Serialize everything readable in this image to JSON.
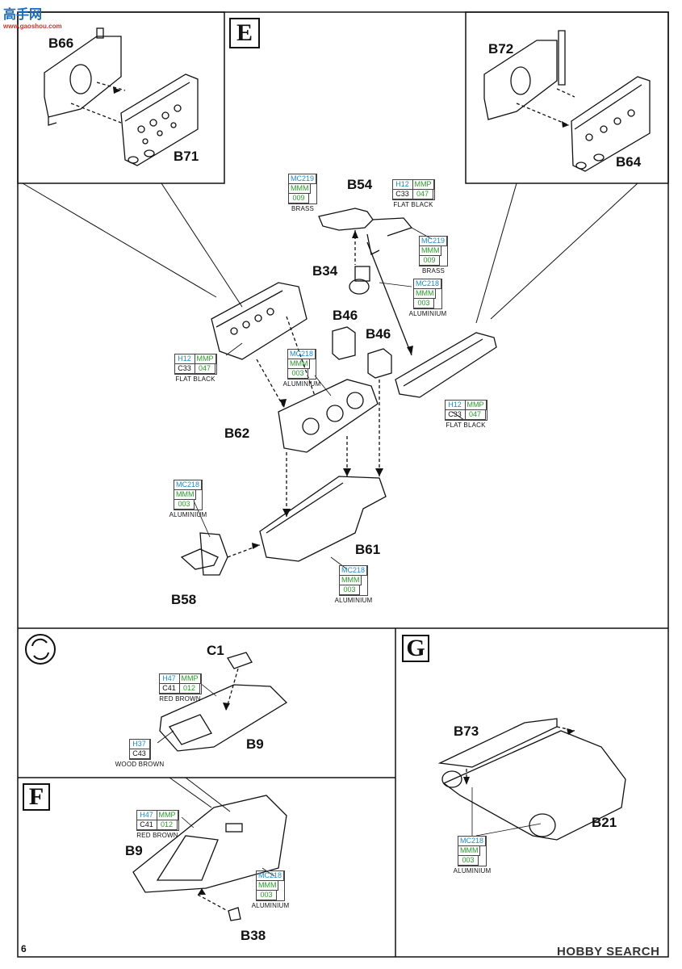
{
  "logo": {
    "text": "高手网",
    "url": "www.gaoshou.com"
  },
  "page_number": "6",
  "watermark": "HOBBY SEARCH",
  "steps": {
    "E": "E",
    "F": "F",
    "G": "G",
    "rotate_icon": "rotate-arrows-icon"
  },
  "parts": {
    "B66": "B66",
    "B71": "B71",
    "B72": "B72",
    "B64": "B64",
    "B54": "B54",
    "B34": "B34",
    "B46a": "B46",
    "B46b": "B46",
    "B62": "B62",
    "B61": "B61",
    "B58": "B58",
    "C1": "C1",
    "B9a": "B9",
    "B9b": "B9",
    "B38": "B38",
    "B73": "B73",
    "B21": "B21"
  },
  "paint_codes": [
    {
      "id": "brass1",
      "cells": [
        [
          "MC219"
        ],
        [
          "MMM"
        ],
        [
          "009"
        ]
      ],
      "name": "BRASS"
    },
    {
      "id": "flatblack1",
      "cells": [
        [
          "H12",
          "MMP"
        ],
        [
          "C33",
          "047"
        ]
      ],
      "name": "FLAT BLACK"
    },
    {
      "id": "brass2",
      "cells": [
        [
          "MC219"
        ],
        [
          "MMM"
        ],
        [
          "009"
        ]
      ],
      "name": "BRASS"
    },
    {
      "id": "alu1",
      "cells": [
        [
          "MC218"
        ],
        [
          "MMM"
        ],
        [
          "003"
        ]
      ],
      "name": "ALUMINIUM"
    },
    {
      "id": "flatblack2",
      "cells": [
        [
          "H12",
          "MMP"
        ],
        [
          "C33",
          "047"
        ]
      ],
      "name": "FLAT BLACK"
    },
    {
      "id": "alu2",
      "cells": [
        [
          "MC218"
        ],
        [
          "MMM"
        ],
        [
          "003"
        ]
      ],
      "name": "ALUMINIUM"
    },
    {
      "id": "flatblack3",
      "cells": [
        [
          "H12",
          "MMP"
        ],
        [
          "C33",
          "047"
        ]
      ],
      "name": "FLAT BLACK"
    },
    {
      "id": "alu3",
      "cells": [
        [
          "MC218"
        ],
        [
          "MMM"
        ],
        [
          "003"
        ]
      ],
      "name": "ALUMINIUM"
    },
    {
      "id": "alu4",
      "cells": [
        [
          "MC218"
        ],
        [
          "MMM"
        ],
        [
          "003"
        ]
      ],
      "name": "ALUMINIUM"
    },
    {
      "id": "redbrown1",
      "cells": [
        [
          "H47",
          "MMP"
        ],
        [
          "C41",
          "012"
        ]
      ],
      "name": "RED BROWN"
    },
    {
      "id": "woodbrown",
      "cells": [
        [
          "H37"
        ],
        [
          "C43"
        ]
      ],
      "name": "WOOD BROWN"
    },
    {
      "id": "redbrown2",
      "cells": [
        [
          "H47",
          "MMP"
        ],
        [
          "C41",
          "012"
        ]
      ],
      "name": "RED BROWN"
    },
    {
      "id": "alu5",
      "cells": [
        [
          "MC218"
        ],
        [
          "MMM"
        ],
        [
          "003"
        ]
      ],
      "name": "ALUMINIUM"
    },
    {
      "id": "alu6",
      "cells": [
        [
          "MC218"
        ],
        [
          "MMM"
        ],
        [
          "003"
        ]
      ],
      "name": "ALUMINIUM"
    }
  ],
  "colors": {
    "blue_code": "#1a8cc8",
    "green_code": "#2a9a2a",
    "line": "#111111"
  }
}
